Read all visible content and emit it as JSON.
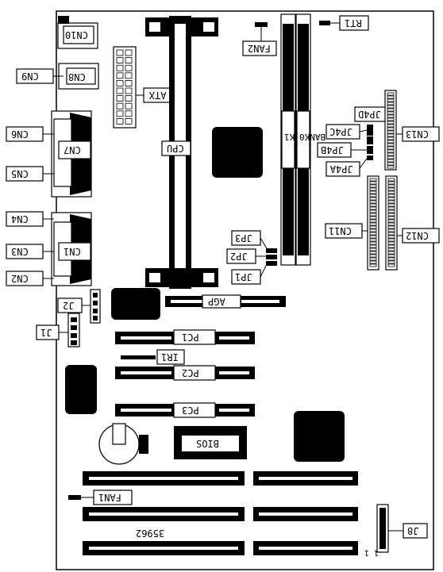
{
  "diagram": {
    "part_number": "35962",
    "corner_mark": "1 1",
    "labels": {
      "cn10": "CN10",
      "cn9": "CN9",
      "cn8": "CN8",
      "cn6": "CN6",
      "cn7": "CN7",
      "cn5": "CN5",
      "cn4": "CN4",
      "cn3": "CN3",
      "cn1": "CN1",
      "cn2": "CN2",
      "atx": "ATX",
      "cpu": "CPU",
      "fan2": "FAN2",
      "rt1": "RT1",
      "bank0": "BANK0",
      "bank1": "BANK1",
      "jp4d": "JP4D",
      "jp4c": "JP4C",
      "jp4b": "JP4B",
      "jp4a": "JP4A",
      "cn13": "CN13",
      "cn11": "CN11",
      "cn12": "CN12",
      "jp3": "JP3",
      "jp2": "JP2",
      "jp1": "JP1",
      "j2": "J2",
      "j1": "J1",
      "agp": "AGP",
      "pc1": "PC1",
      "ir1": "IR1",
      "pc2": "PC2",
      "pc3": "PC3",
      "bios": "BIOS",
      "fan1": "FAN1",
      "j8": "J8"
    }
  }
}
